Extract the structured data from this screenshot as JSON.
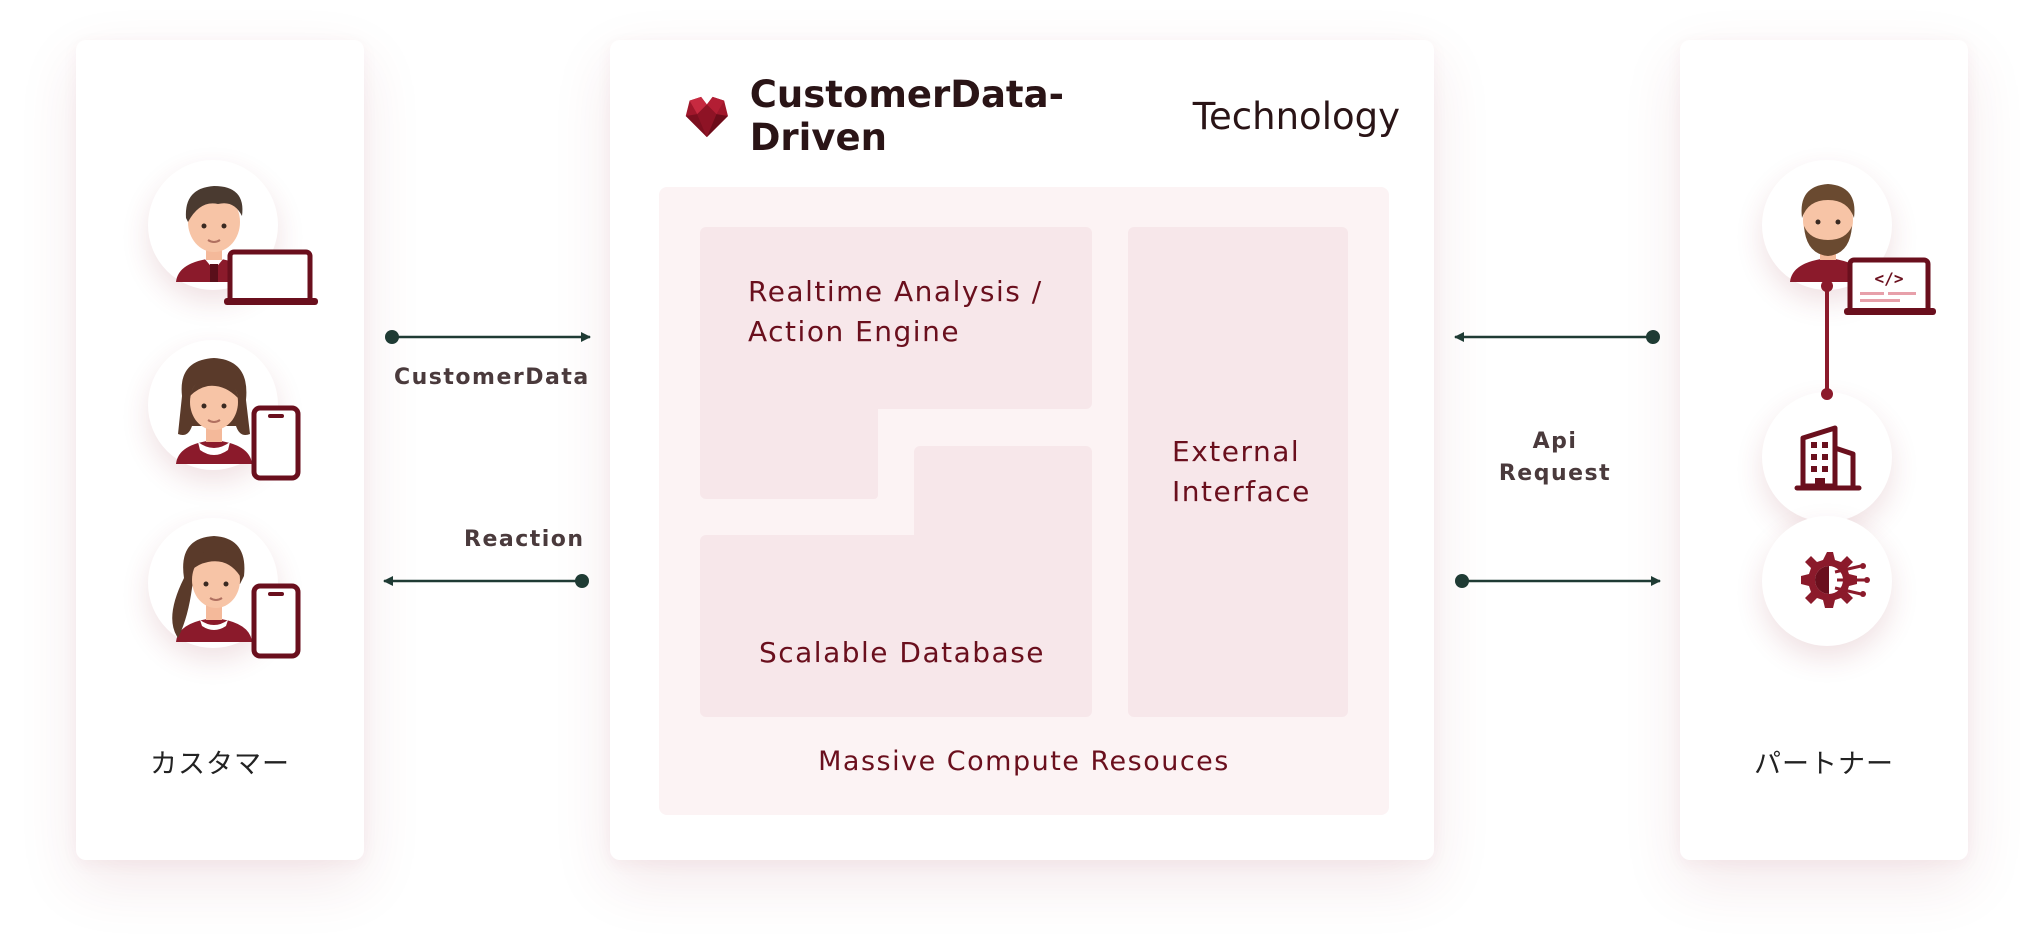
{
  "title": {
    "bold": "CustomerData-Driven",
    "light": "Technology"
  },
  "blocks": {
    "realtime": [
      "Realtime Analysis /",
      "Action Engine"
    ],
    "database": "Scalable Database",
    "external": [
      "External",
      "Interface"
    ]
  },
  "bottom_label": "Massive Compute Resouces",
  "left_column": {
    "label": "カスタマー"
  },
  "right_column": {
    "label": "パートナー"
  },
  "flows": {
    "customer_data": "CustomerData",
    "reaction": "Reaction",
    "api_request": [
      "Api",
      "Request"
    ]
  },
  "colors": {
    "accent": "#8b1a2b",
    "dark_red": "#6a0f1d",
    "arrow": "#1f3b34",
    "panel": "#fcf3f4",
    "block": "#f7e7ea"
  },
  "icons": {
    "logo": "heart-gem-icon",
    "customer_1": "man-with-laptop-icon",
    "customer_2": "woman-with-phone-icon",
    "customer_3": "woman-with-phone-icon",
    "partner_1": "bearded-man-with-code-laptop-icon",
    "partner_2": "office-building-icon",
    "partner_3": "ai-gear-chip-icon"
  }
}
